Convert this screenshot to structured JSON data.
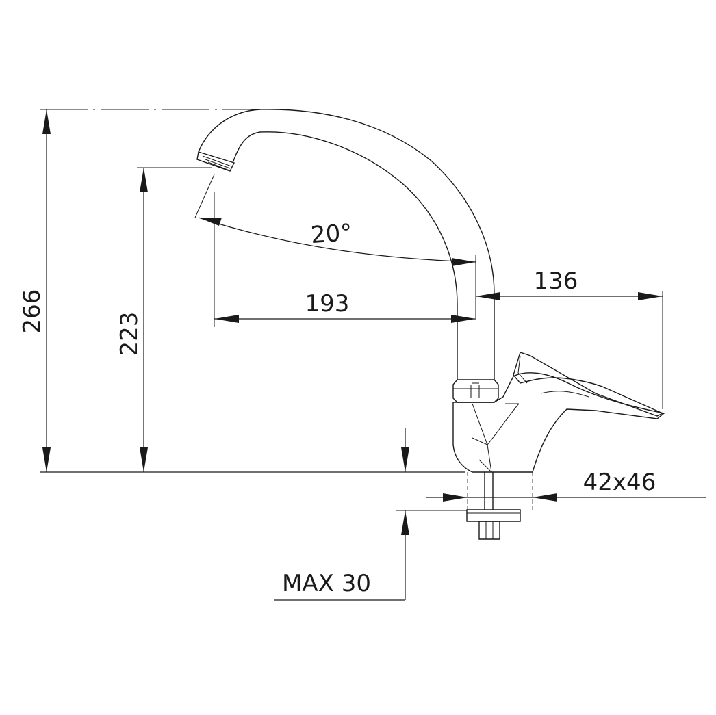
{
  "drawing": {
    "dimensions": {
      "total_height": "266",
      "spout_height": "223",
      "swivel_angle": "20°",
      "spout_reach": "193",
      "lever_reach": "136",
      "base_size": "42x46",
      "max_deck_thickness": "MAX 30"
    }
  }
}
